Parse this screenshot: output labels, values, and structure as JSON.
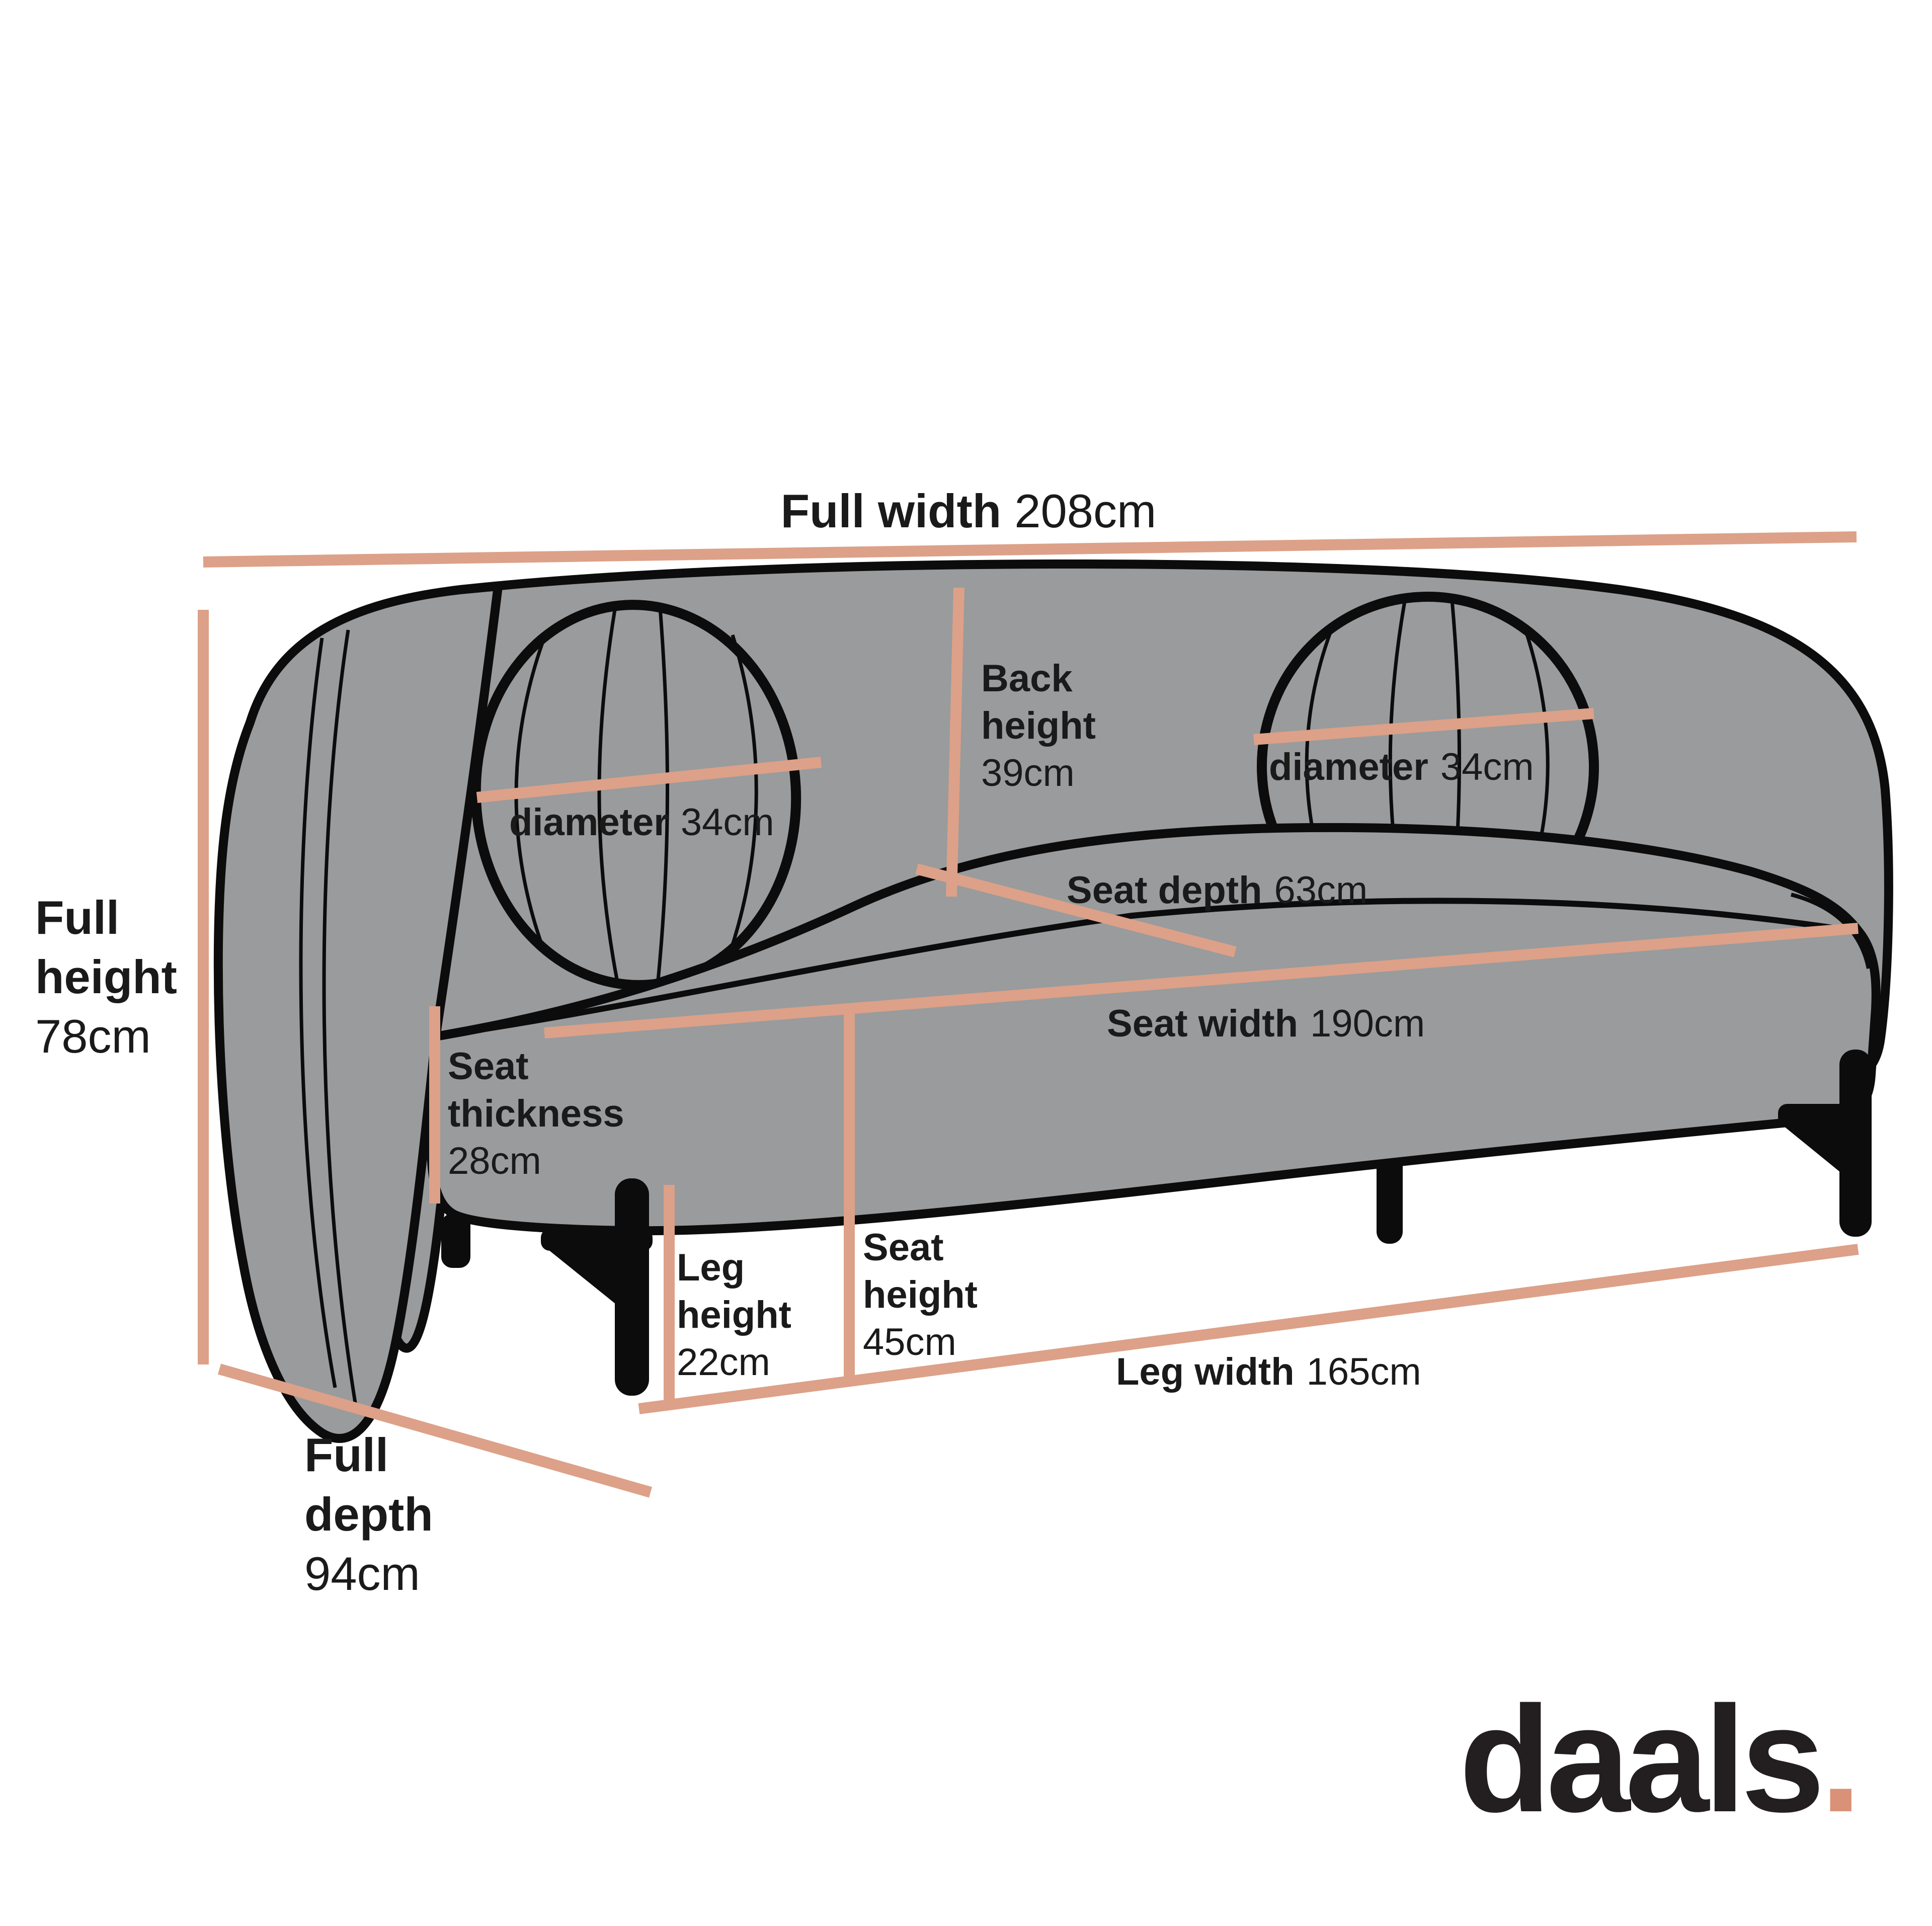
{
  "colors": {
    "accent": "#dca188",
    "sofa_fill": "#999b9d",
    "outline": "#0c0c0c",
    "label": "#1a1a1a",
    "logo": "#231f20",
    "logo_dot": "#d99277",
    "background": "#ffffff"
  },
  "brand": {
    "name": "daals",
    "dot": "."
  },
  "dimensions": {
    "full_width": {
      "label": "Full width",
      "value": "208cm"
    },
    "full_height": {
      "line1": "Full",
      "line2": "height",
      "value": "78cm"
    },
    "full_depth": {
      "line1": "Full",
      "line2": "depth",
      "value": "94cm"
    },
    "back_height": {
      "line1": "Back",
      "line2": "height",
      "value": "39cm"
    },
    "diameter_left": {
      "label": "diameter",
      "value": "34cm"
    },
    "diameter_right": {
      "label": "diameter",
      "value": "34cm"
    },
    "seat_depth": {
      "label": "Seat depth",
      "value": "63cm"
    },
    "seat_width": {
      "label": "Seat width",
      "value": "190cm"
    },
    "seat_thickness": {
      "line1": "Seat",
      "line2": "thickness",
      "value": "28cm"
    },
    "leg_height": {
      "line1": "Leg",
      "line2": "height",
      "value": "22cm"
    },
    "seat_height": {
      "line1": "Seat",
      "line2": "height",
      "value": "45cm"
    },
    "leg_width": {
      "label": "Leg width",
      "value": "165cm"
    }
  }
}
